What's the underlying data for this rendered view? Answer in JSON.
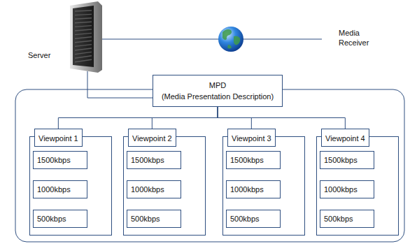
{
  "diagram": {
    "nodes": [
      {
        "text": [
          "MPD",
          "(Media Presentation Description)"
        ]
      },
      {
        "text": [
          "Viewpoint 1"
        ]
      },
      {
        "text": [
          "1500kbps"
        ],
        "in": 1
      },
      {
        "text": [
          "1000kbps"
        ],
        "in": 1
      },
      {
        "text": [
          "500kbps"
        ],
        "in": 1
      },
      {
        "text": [
          "Viewpoint 2"
        ]
      },
      {
        "text": [
          "1500kbps"
        ],
        "in": 5
      },
      {
        "text": [
          "1000kbps"
        ],
        "in": 5
      },
      {
        "text": [
          "500kbps"
        ],
        "in": 5
      },
      {
        "text": [
          "Viewpoint 3"
        ]
      },
      {
        "text": [
          "1500kbps"
        ],
        "in": 9
      },
      {
        "text": [
          "1000kbps"
        ],
        "in": 9
      },
      {
        "text": [
          "500kbps"
        ],
        "in": 9
      },
      {
        "text": [
          "Viewpoint 4"
        ]
      },
      {
        "text": [
          "1500kbps"
        ],
        "in": 13
      },
      {
        "text": [
          "1000kbps"
        ],
        "in": 13
      },
      {
        "text": [
          "500kbps"
        ],
        "in": 13
      }
    ],
    "edges": [
      {
        "from": 0,
        "to": 1,
        "arrow": "none"
      },
      {
        "from": 0,
        "to": 5,
        "arrow": "none"
      },
      {
        "from": 0,
        "to": 9,
        "arrow": "none"
      },
      {
        "from": 0,
        "to": 13,
        "arrow": "none"
      }
    ],
    "labels": [
      "Server",
      "Media Receiver"
    ]
  }
}
